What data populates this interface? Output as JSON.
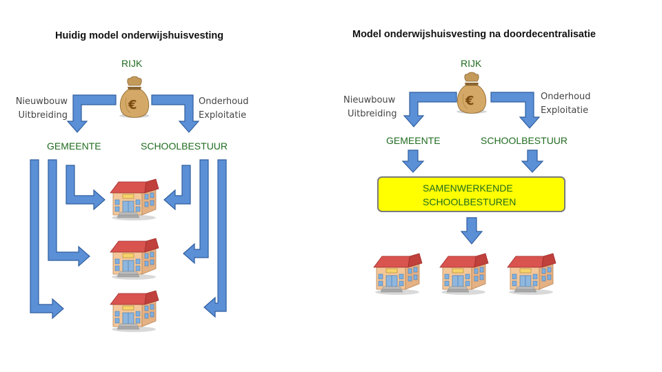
{
  "left": {
    "title": "Huidig model onderwijshuisvesting",
    "rijk": "RIJK",
    "nieuwbouw": "Nieuwbouw",
    "uitbreiding": "Uitbreiding",
    "onderhoud": "Onderhoud",
    "exploitatie": "Exploitatie",
    "gemeente": "GEMEENTE",
    "schoolbestuur": "SCHOOLBESTUUR"
  },
  "right": {
    "title": "Model onderwijshuisvesting na doordecentralisatie",
    "rijk": "RIJK",
    "nieuwbouw": "Nieuwbouw",
    "uitbreiding": "Uitbreiding",
    "onderhoud": "Onderhoud",
    "exploitatie": "Exploitatie",
    "gemeente": "GEMEENTE",
    "schoolbestuur": "SCHOOLBESTUUR",
    "samen_line1": "SAMENWERKENDE",
    "samen_line2": "SCHOOLBESTUREN"
  },
  "money_bag_symbol": "€",
  "colors": {
    "arrow_fill": "#5b8fd6",
    "arrow_stroke": "#2f5e9e",
    "label_green": "#1f6b1f",
    "box_yellow": "#ffff00"
  },
  "icons": [
    "money-bag-icon",
    "school-building-icon"
  ]
}
